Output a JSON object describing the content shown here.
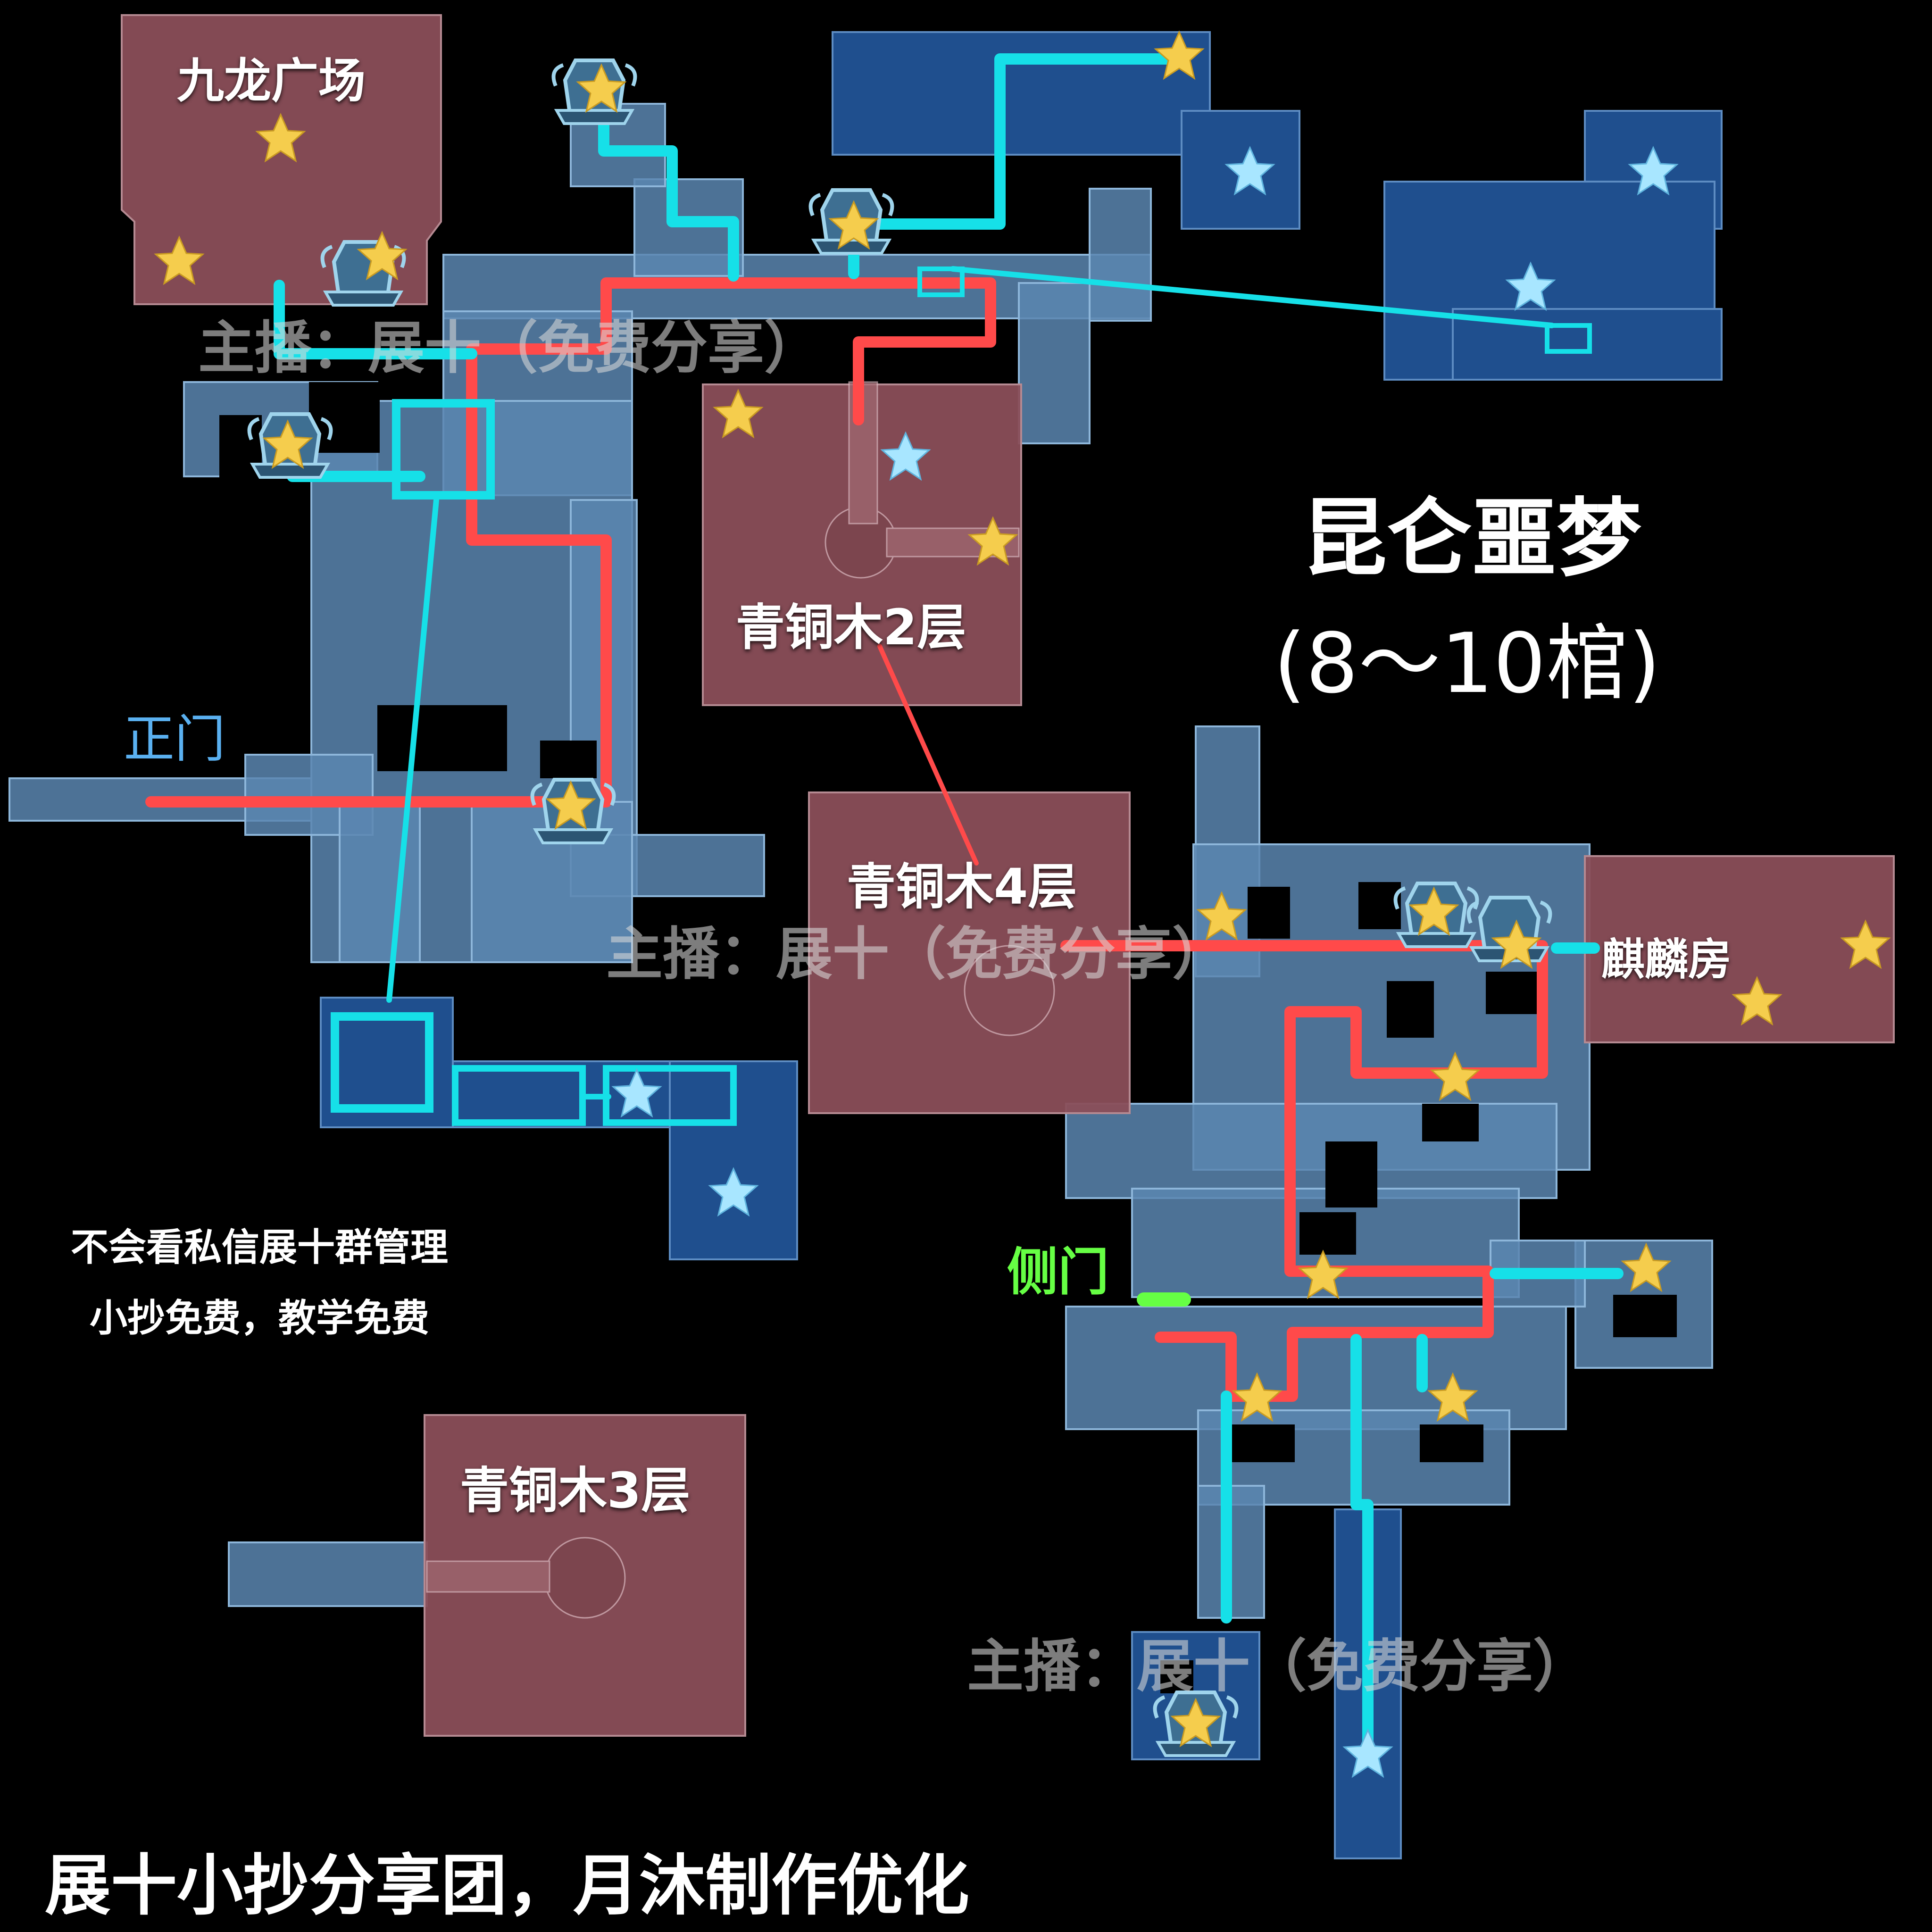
{
  "map": {
    "title": "昆仑噩梦",
    "subtitle": "(8～10棺)",
    "rooms": {
      "jiulong": "九龙广场",
      "bronze2": "青铜木2层",
      "bronze3": "青铜木3层",
      "bronze4": "青铜木4层",
      "qilin": "麒麟房"
    },
    "entrances": {
      "main_gate": "正门",
      "side_gate": "侧门"
    },
    "notes": {
      "line1": "不会看私信展十群管理",
      "line2": "小抄免费，教学免费"
    },
    "watermark": "主播：展十（免费分享）",
    "footer": "展十小抄分享团，月沐制作优化",
    "colors": {
      "red_route": "#ff4a4a",
      "cyan_route": "#16e0e8",
      "side_gate": "#66ff44",
      "main_gate_text": "#5ab0f0",
      "gold_star": "#f5cd4d",
      "blue_star": "#a8e6ff",
      "coffin_room": "#8a4e58",
      "corridor": "#5a86b0",
      "dark_room": "#1f4f8e"
    }
  }
}
